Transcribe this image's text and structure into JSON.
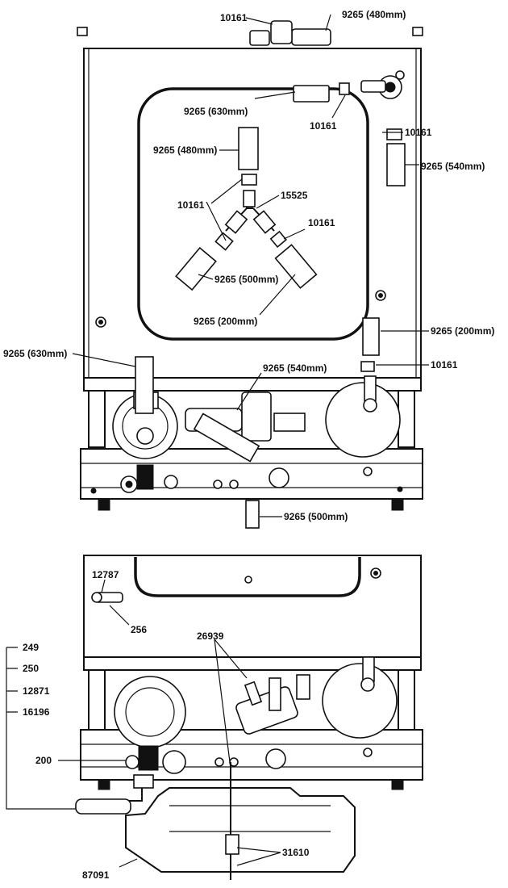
{
  "labels": {
    "p10161_a": "10161",
    "p9265_480_top": "9265 (480mm)",
    "p9265_630_a": "9265 (630mm)",
    "p10161_b": "10161",
    "p10161_c": "10161",
    "p9265_480_mid": "9265 (480mm)",
    "p9265_540_right": "9265 (540mm)",
    "p15525": "15525",
    "p10161_d": "10161",
    "p10161_e": "10161",
    "p9265_500_mid": "9265 (500mm)",
    "p9265_200_mid": "9265 (200mm)",
    "p9265_200_right": "9265 (200mm)",
    "p9265_630_left": "9265 (630mm)",
    "p10161_f": "10161",
    "p9265_540_mid": "9265 (540mm)",
    "p9265_500_bottom": "9265 (500mm)",
    "p12787": "12787",
    "p256": "256",
    "p26939": "26939",
    "p249": "249",
    "p250": "250",
    "p12871": "12871",
    "p16196": "16196",
    "p200": "200",
    "p31610": "31610",
    "p87091": "87091"
  }
}
